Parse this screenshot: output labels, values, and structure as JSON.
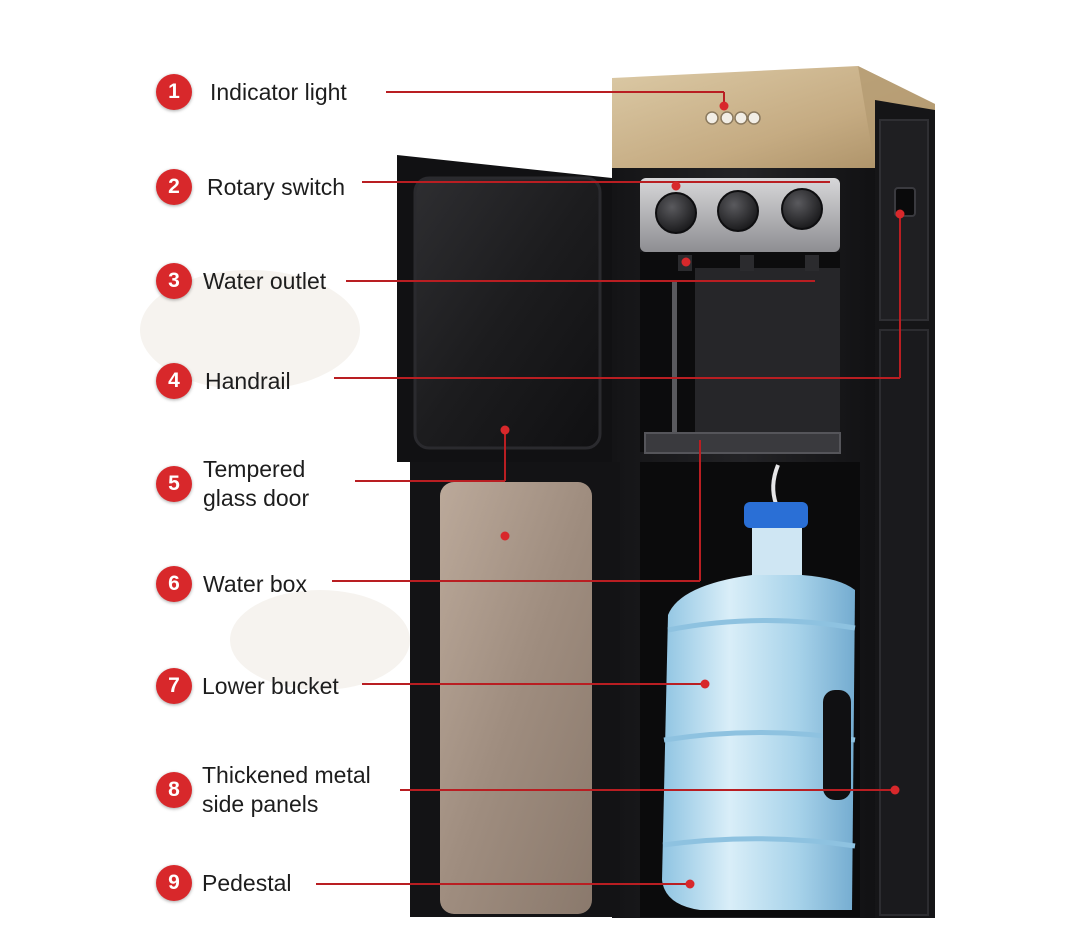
{
  "colors": {
    "accent_red": "#d8282b",
    "leader_line": "#b91e22",
    "cabinet": "#1b1b1d",
    "gold_top": "#c8b089",
    "bottle_blue": "#b9dcef",
    "cap_blue": "#2a6fd6"
  },
  "callouts": [
    {
      "number": "1",
      "lines": [
        "Indicator light"
      ]
    },
    {
      "number": "2",
      "lines": [
        "Rotary switch"
      ]
    },
    {
      "number": "3",
      "lines": [
        "Water outlet"
      ]
    },
    {
      "number": "4",
      "lines": [
        "Handrail"
      ]
    },
    {
      "number": "5",
      "lines": [
        "Tempered",
        "glass door"
      ]
    },
    {
      "number": "6",
      "lines": [
        "Water box"
      ]
    },
    {
      "number": "7",
      "lines": [
        "Lower bucket"
      ]
    },
    {
      "number": "8",
      "lines": [
        "Thickened metal",
        "side panels"
      ]
    },
    {
      "number": "9",
      "lines": [
        "Pedestal"
      ]
    }
  ]
}
